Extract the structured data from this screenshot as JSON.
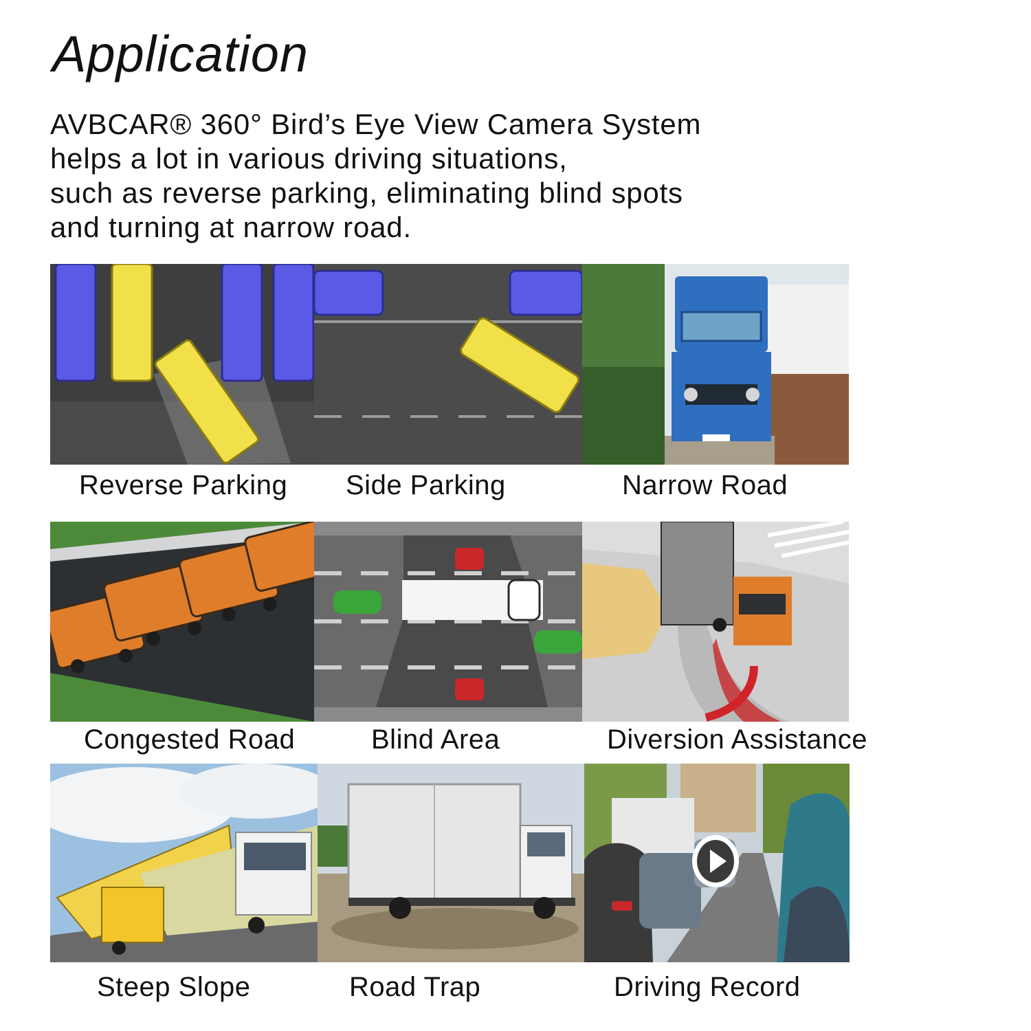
{
  "title": "Application",
  "description": [
    "AVBCAR® 360° Bird’s Eye View Camera System",
    "helps a lot in various driving situations,",
    "such as reverse parking, eliminating blind spots",
    "and turning at narrow road."
  ],
  "tiles": [
    {
      "caption": "Reverse Parking"
    },
    {
      "caption": "Side Parking"
    },
    {
      "caption": "Narrow Road"
    },
    {
      "caption": "Congested Road"
    },
    {
      "caption": "Blind Area"
    },
    {
      "caption": "Diversion Assistance"
    },
    {
      "caption": "Steep Slope"
    },
    {
      "caption": "Road Trap"
    },
    {
      "caption": "Driving Record"
    }
  ],
  "colors": {
    "bus_blue": "#5a5ae6",
    "bus_yellow": "#f2e04a",
    "asphalt": "#4a4a4a",
    "truck_blue": "#2f6fc0",
    "bus_orange": "#e07d2a",
    "car_red": "#c8282a",
    "car_green": "#3aa63a"
  },
  "icons": [
    "play-icon"
  ]
}
